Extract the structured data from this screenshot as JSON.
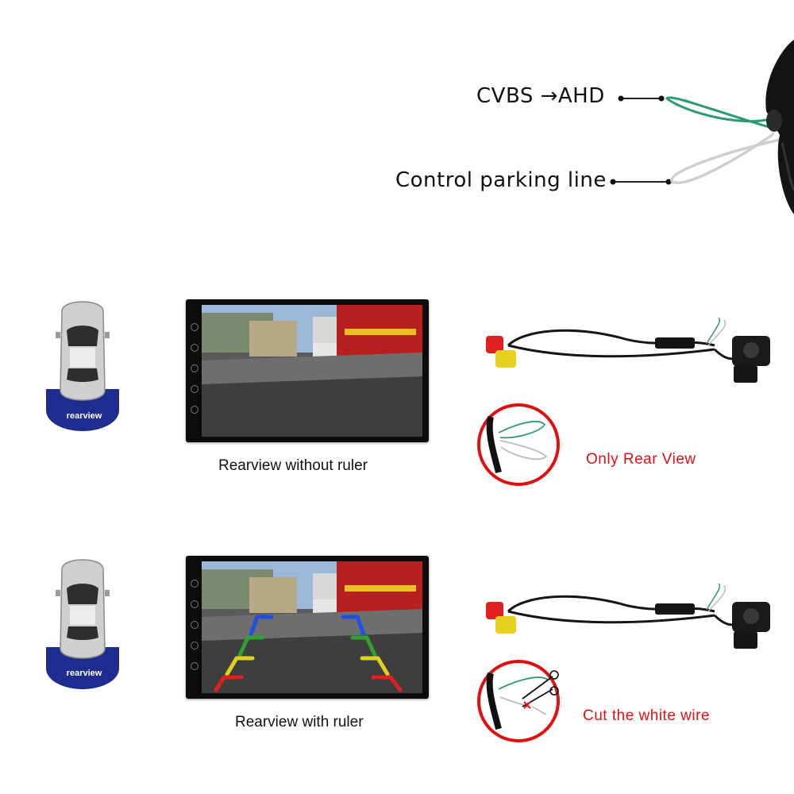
{
  "top": {
    "cvbs_label": "CVBS →AHD",
    "parking_label": "Control parking line"
  },
  "row1": {
    "badge_label": "rearview",
    "caption": "Rearview without ruler",
    "mode_label": "Only Rear View"
  },
  "row2": {
    "badge_label": "rearview",
    "caption": "Rearview with ruler",
    "mode_label": "Cut the white wire"
  },
  "colors": {
    "accent_red": "#e01010",
    "badge_blue": "#1f2c8f",
    "green_wire": "#2a9a78",
    "white_wire": "#cfcfcf"
  }
}
